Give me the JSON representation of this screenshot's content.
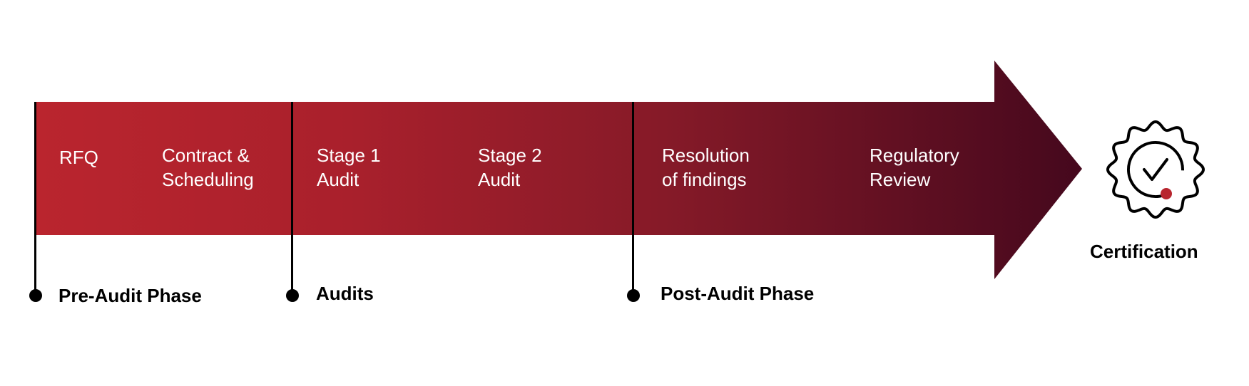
{
  "colors": {
    "start": "#BA252E",
    "end": "#4A0A1F",
    "line": "#000000",
    "accent": "#B8252E"
  },
  "steps": [
    {
      "label": "RFQ"
    },
    {
      "label": "Contract &\nScheduling"
    },
    {
      "label": "Stage 1\nAudit"
    },
    {
      "label": "Stage 2\nAudit"
    },
    {
      "label": "Resolution\nof findings"
    },
    {
      "label": "Regulatory\nReview"
    }
  ],
  "phases": [
    {
      "label": "Pre-Audit Phase"
    },
    {
      "label": "Audits"
    },
    {
      "label": "Post-Audit Phase"
    }
  ],
  "certification": {
    "label": "Certification",
    "icon": "certificate-badge-check-icon"
  }
}
